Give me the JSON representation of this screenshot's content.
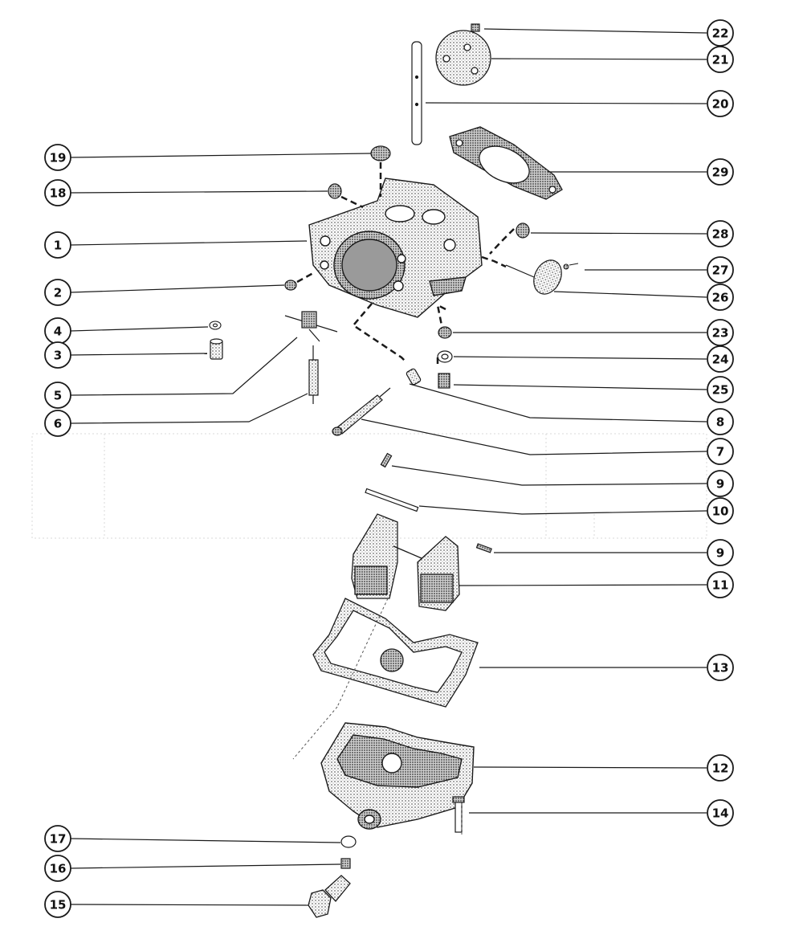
{
  "diagram": {
    "left_callouts": [
      "19",
      "18",
      "1",
      "2",
      "4",
      "3",
      "5",
      "6",
      "17",
      "16",
      "15"
    ],
    "right_callouts": [
      "22",
      "21",
      "20",
      "29",
      "28",
      "27",
      "26",
      "23",
      "24",
      "25",
      "8",
      "7",
      "9",
      "10",
      "9",
      "11",
      "13",
      "12",
      "14"
    ],
    "ink_color": "#1a1a1a",
    "stipple_color": "#8a8a8a"
  }
}
